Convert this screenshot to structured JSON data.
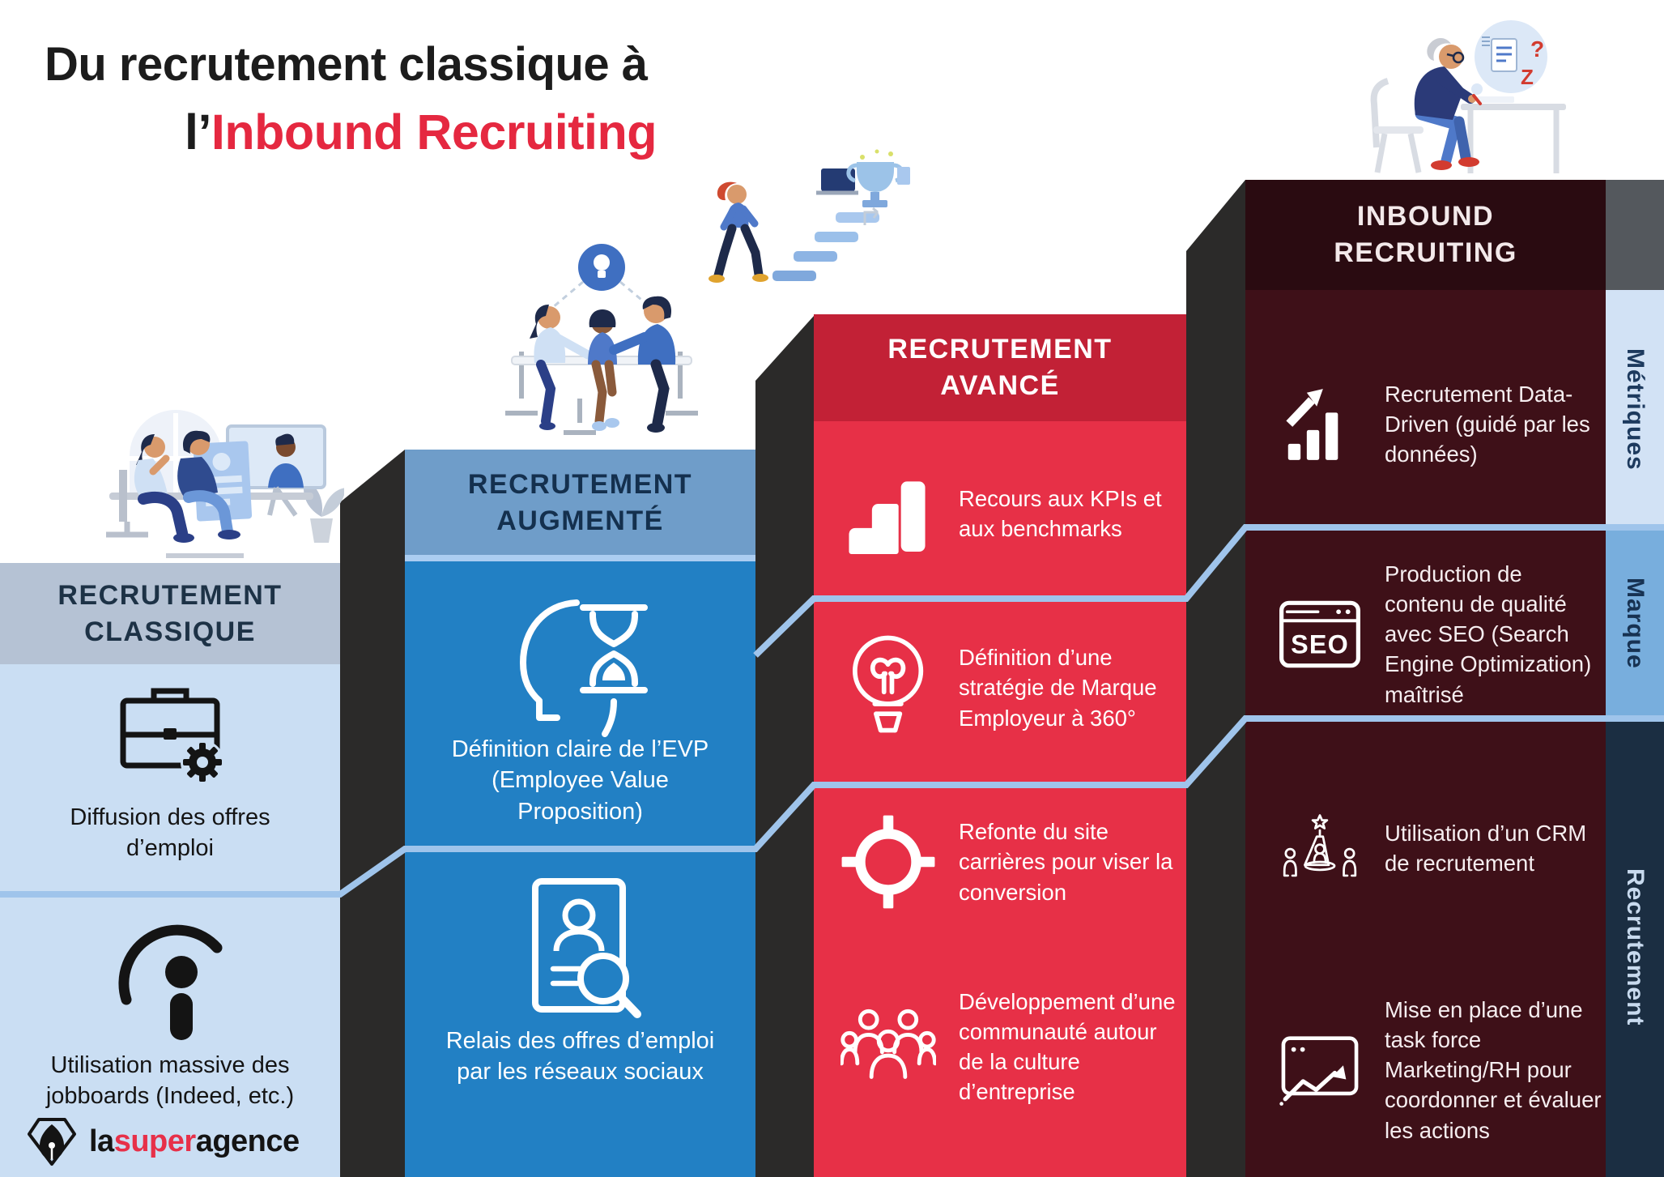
{
  "title": {
    "line1": "Du recrutement classique à",
    "line2_prefix": "l’",
    "line2_highlight": "Inbound Recruiting"
  },
  "columns": [
    {
      "id": "recrutement-classique",
      "header": "RECRUTEMENT CLASSIQUE",
      "items": [
        {
          "icon": "briefcase-gear-icon",
          "text": "Diffusion des offres d’emploi"
        },
        {
          "icon": "jobboard-i-icon",
          "text": "Utilisation massive des jobboards (Indeed, etc.)"
        }
      ]
    },
    {
      "id": "recrutement-augmente",
      "header": "RECRUTEMENT AUGMENTÉ",
      "items": [
        {
          "icon": "head-hourglass-icon",
          "text": "Définition claire de l’EVP (Employee Value Proposition)"
        },
        {
          "icon": "resume-search-icon",
          "text": "Relais des offres d’emploi par les réseaux sociaux"
        }
      ]
    },
    {
      "id": "recrutement-avance",
      "header": "RECRUTEMENT AVANCÉ",
      "items": [
        {
          "icon": "kpi-steps-icon",
          "text": "Recours aux KPIs et aux benchmarks"
        },
        {
          "icon": "lightbulb-icon",
          "text": "Définition d’une stratégie de Marque Employeur à 360°"
        },
        {
          "icon": "target-icon",
          "text": "Refonte du site carrières pour viser la conversion"
        },
        {
          "icon": "community-icon",
          "text": "Développement d’une communauté autour de la culture d’entreprise"
        }
      ]
    },
    {
      "id": "inbound-recruiting",
      "header": "INBOUND RECRUITING",
      "items": [
        {
          "icon": "growth-chart-icon",
          "text": "Recrutement Data-Driven (guidé par les données)"
        },
        {
          "icon": "seo-browser-icon",
          "text": "Production de contenu de qualité avec SEO (Search Engine Optimization) maîtrisé"
        },
        {
          "icon": "crm-spotlight-icon",
          "text": "Utilisation d’un CRM de recrutement"
        },
        {
          "icon": "taskforce-trend-icon",
          "text": "Mise en place d’une task force Marketing/RH pour coordonner et évaluer les actions"
        }
      ]
    }
  ],
  "sidebar": {
    "tabs": [
      {
        "label": "Métriques"
      },
      {
        "label": "Marque"
      },
      {
        "label": "Recrutement"
      }
    ]
  },
  "icons": {
    "seo_label": "SEO"
  },
  "illustrations": {
    "question_mark": "?",
    "sleep_z": "Z"
  },
  "logo": {
    "part1": "la",
    "part2": "super",
    "part3": "agence"
  },
  "colors": {
    "accent_red": "#e52840",
    "col1_band": "#b5c2d4",
    "col1_body": "#cadef3",
    "col2_band": "#6f9dc9",
    "col2_body": "#2280c4",
    "col3_band": "#c22136",
    "col3_body": "#e73047",
    "col4_band": "#2a0b11",
    "col4_body": "#3e1018",
    "wall": "#2b2a29",
    "step_line": "#9fc4eb",
    "sidebar_gray": "#54585d",
    "tab_metriques_bg": "#d2e2f5",
    "tab_marque_bg": "#78aedd",
    "tab_recrutement_bg": "#1b2e42"
  }
}
